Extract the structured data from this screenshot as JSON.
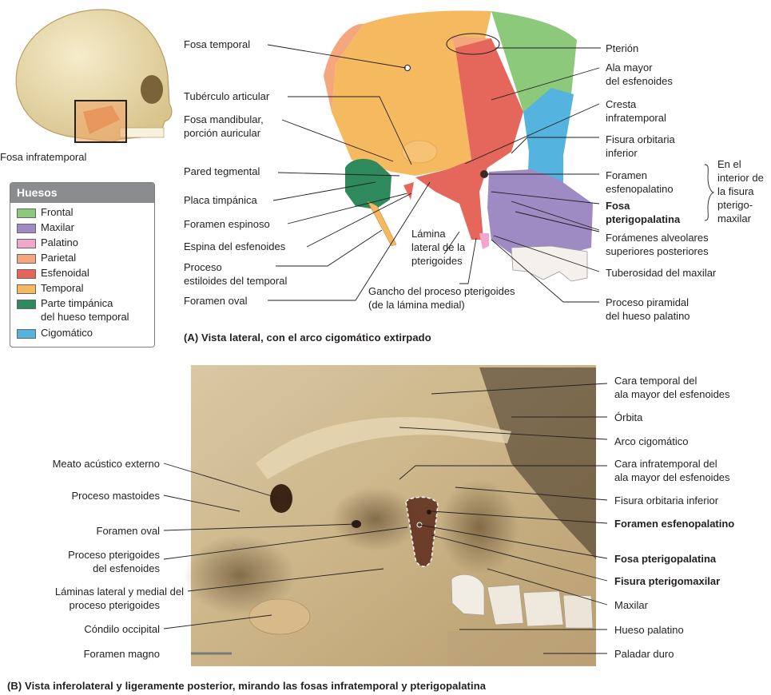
{
  "thumbnail": {
    "label": "Fosa infratemporal"
  },
  "legend": {
    "title": "Huesos",
    "items": [
      {
        "label": "Frontal",
        "color": "#8cc97a"
      },
      {
        "label": "Maxilar",
        "color": "#9e8bc4"
      },
      {
        "label": "Palatino",
        "color": "#f2a6cb"
      },
      {
        "label": "Parietal",
        "color": "#f4a77d"
      },
      {
        "label": "Esfenoidal",
        "color": "#e5675c"
      },
      {
        "label": "Temporal",
        "color": "#f5b960"
      },
      {
        "label": "Parte timpánica",
        "continuation": "del hueso temporal",
        "color": "#2e8a5c"
      },
      {
        "label": "Cigomático",
        "color": "#54b3df"
      }
    ]
  },
  "panel_a": {
    "caption": "(A) Vista lateral, con el arco cigomático extirpado",
    "labels_left": {
      "fosa_temporal": "Fosa temporal",
      "tuberculo": "Tubérculo articular",
      "fosa_mandibular_1": "Fosa mandibular,",
      "fosa_mandibular_2": "porción auricular",
      "pared": "Pared tegmental",
      "placa": "Placa timpánica",
      "foramen_espinoso": "Foramen espinoso",
      "espina": "Espina del esfenoides",
      "proceso_1": "Proceso",
      "proceso_2": "estiloides del temporal",
      "foramen_oval": "Foramen oval"
    },
    "labels_center": {
      "lamina_1": "Lámina",
      "lamina_2": "lateral de la",
      "lamina_3": "pterigoides",
      "gancho_1": "Gancho del proceso pterigoides",
      "gancho_2": "(de la lámina medial)"
    },
    "labels_right": {
      "pterion": "Pterión",
      "ala_1": "Ala mayor",
      "ala_2": "del esfenoides",
      "cresta_1": "Cresta",
      "cresta_2": "infratemporal",
      "fisura_1": "Fisura orbitaria",
      "fisura_2": "inferior",
      "foramen_esf_1": "Foramen",
      "foramen_esf_2": "esfenopalatino",
      "fosa_ptg_1": "Fosa",
      "fosa_ptg_2": "pterigopalatina",
      "foramenes_1": "Forámenes alveolares",
      "foramenes_2": "superiores posteriores",
      "tuberosidad": "Tuberosidad del maxilar",
      "piramidal_1": "Proceso piramidal",
      "piramidal_2": "del hueso palatino",
      "interior_1": "En el",
      "interior_2": "interior de",
      "interior_3": "la fisura",
      "interior_4": "pterigo-",
      "interior_5": "maxilar"
    }
  },
  "panel_b": {
    "caption": "(B) Vista inferolateral y ligeramente posterior, mirando las fosas infratemporal y pterigopalatina",
    "labels_left": {
      "meato": "Meato acústico externo",
      "mastoides": "Proceso mastoides",
      "foramen_oval": "Foramen oval",
      "pterigoides_1": "Proceso pterigoides",
      "pterigoides_2": "del esfenoides",
      "laminas_1": "Láminas lateral y medial del",
      "laminas_2": "proceso pterigoides",
      "condilo": "Cóndilo occipital",
      "magno": "Foramen magno"
    },
    "labels_right": {
      "cara_temporal_1": "Cara temporal del",
      "cara_temporal_2": "ala mayor del esfenoides",
      "orbita": "Órbita",
      "arco": "Arco cigomático",
      "cara_infra_1": "Cara infratemporal del",
      "cara_infra_2": "ala mayor del esfenoides",
      "fisura_orb": "Fisura orbitaria inferior",
      "foramen_esf": "Foramen esfenopalatino",
      "fosa_ptg": "Fosa pterigopalatina",
      "fisura_ptm": "Fisura pterigomaxilar",
      "maxilar": "Maxilar",
      "palatino": "Hueso palatino",
      "paladar": "Paladar duro"
    }
  }
}
